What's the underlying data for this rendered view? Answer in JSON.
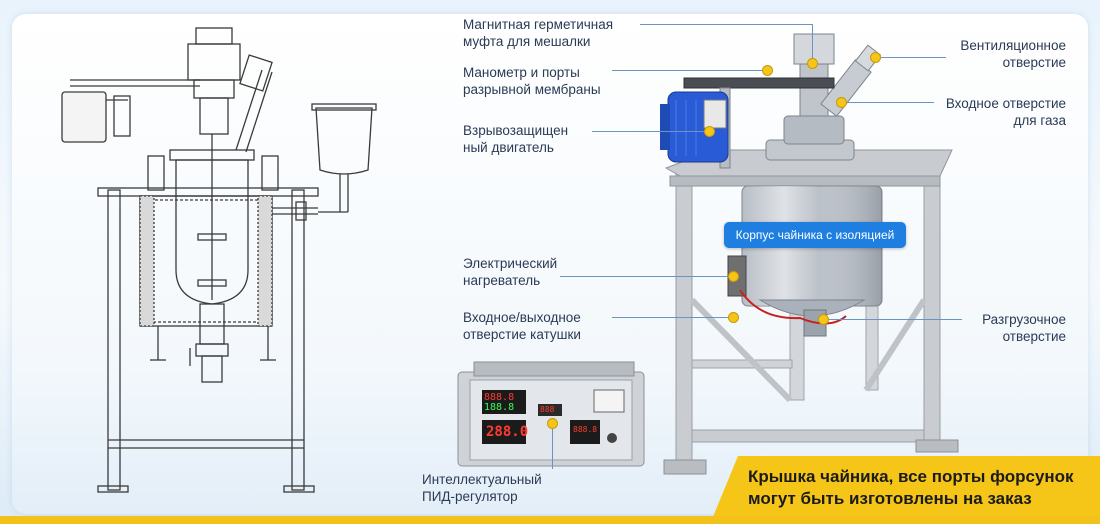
{
  "labels": {
    "magnetic_coupling": "Магнитная герметичная муфта для мешалки",
    "manometer": "Манометр и порты разрывной мембраны",
    "motor": "Взрывозащищен ный двигатель",
    "heater": "Электрический нагреватель",
    "coil_port": "Входное/выходное отверстие катушки",
    "pid": "Интеллектуальный ПИД-регулятор",
    "vent": "Вентиляционное отверстие",
    "gas_inlet": "Входное отверстие для газа",
    "discharge": "Разгрузочное отверстие"
  },
  "badge": "Корпус чайника с изоляцией",
  "banner": "Крышка чайника, все порты форсунок могут быть изготовлены на заказ",
  "controller": {
    "display1": "888.8",
    "display1b": "188.8",
    "display2": "288.0",
    "display3": "888"
  },
  "colors": {
    "accent_yellow": "#f5c518",
    "accent_blue": "#1f7fe0",
    "motor_blue": "#2a5bd7"
  }
}
